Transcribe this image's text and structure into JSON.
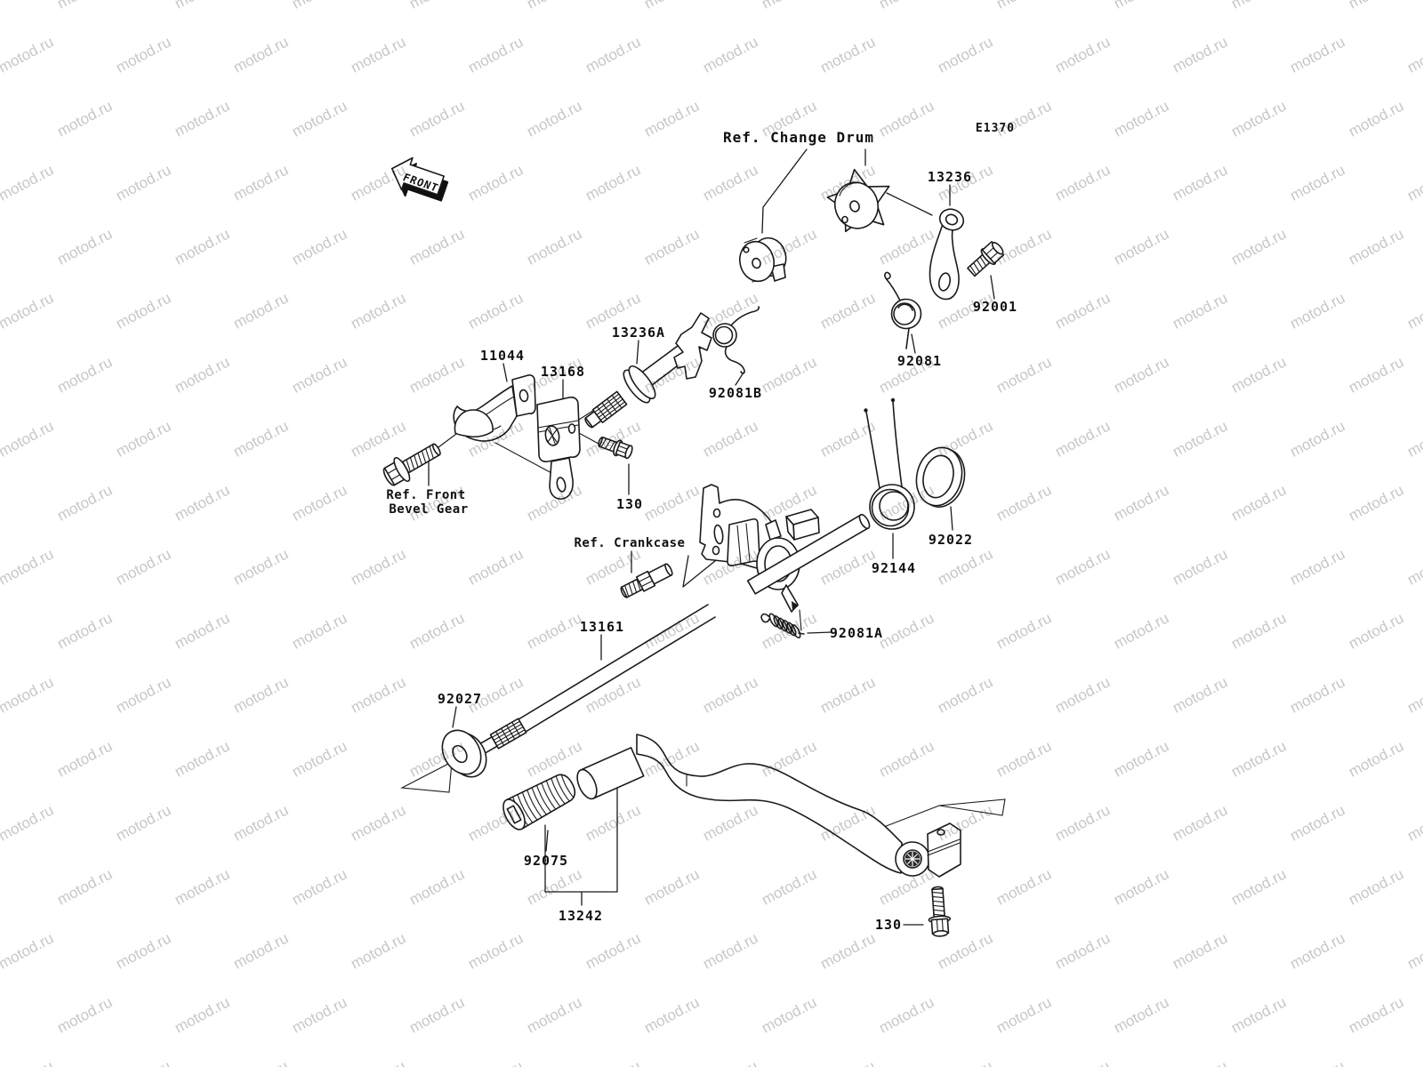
{
  "watermark": {
    "text": "motod.ru",
    "color": "#c7c7c7"
  },
  "diagram": {
    "code": "E1370",
    "front_marker": "FRONT",
    "background": "#ffffff",
    "line_color": "#1a1a1a",
    "labels": {
      "ref_change_drum": "Ref. Change Drum",
      "ref_front_line1": "Ref. Front",
      "ref_front_line2": "Bevel Gear",
      "ref_crankcase": "Ref. Crankcase",
      "p13236": "13236",
      "p92001": "92001",
      "p92081": "92081",
      "p13236a": "13236A",
      "p92081b": "92081B",
      "p11044": "11044",
      "p13168": "13168",
      "p130_upper": "130",
      "p92144": "92144",
      "p92022": "92022",
      "p92081a": "92081A",
      "p13161": "13161",
      "p92027": "92027",
      "p92075": "92075",
      "p13242": "13242",
      "p130_lower": "130"
    }
  }
}
